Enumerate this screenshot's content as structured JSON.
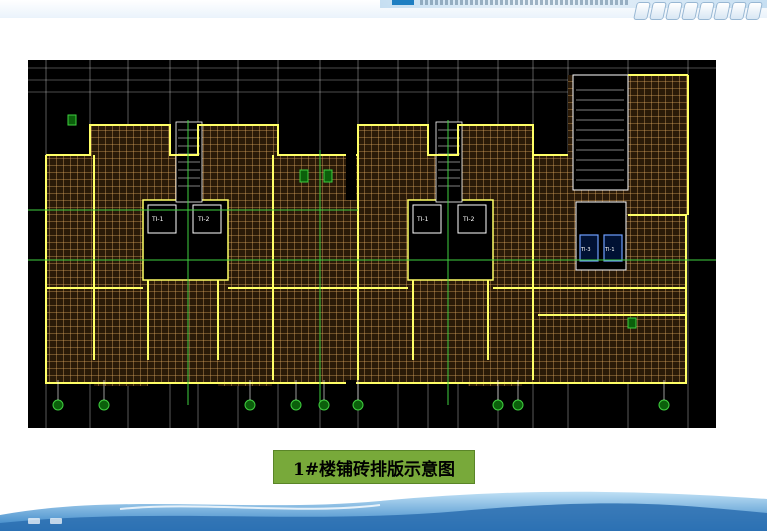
{
  "slide": {
    "caption": "1#楼铺砖排版示意图"
  },
  "drawing": {
    "background": "#000000",
    "tile_grid_color": "#d9a05a",
    "wall_color": "#ffff66",
    "axis_color": "#3fcf3f",
    "dim_color": "#ffffff",
    "elevator_labels": [
      "TI-1",
      "TI-2",
      "TI-1",
      "TI-2",
      "TI-3",
      "TI-1"
    ]
  },
  "theme": {
    "caption_bg": "#78a93a",
    "wave_color": "#3b86c8"
  }
}
